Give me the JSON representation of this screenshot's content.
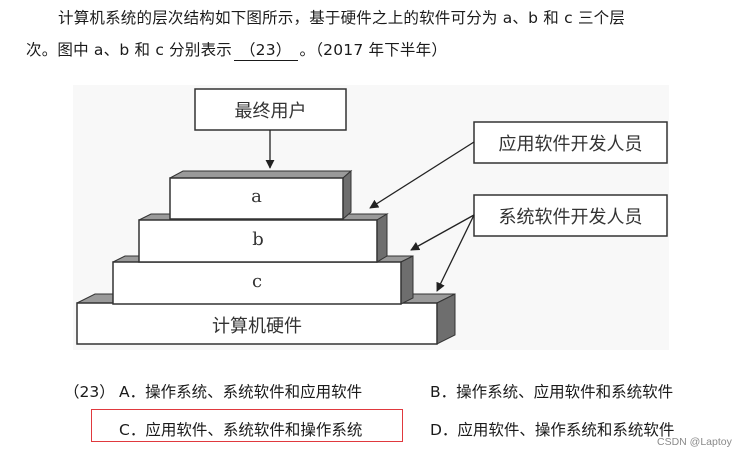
{
  "question": {
    "line1": "计算机系统的层次结构如下图所示，基于硬件之上的软件可分为 a、b 和 c 三个层",
    "line2_prefix": "次。图中 a、b 和 c 分别表示",
    "blank": "（23）",
    "line2_suffix": "。（2017 年下半年）"
  },
  "diagram": {
    "end_user": "最终用户",
    "layer_a": "a",
    "layer_b": "b",
    "layer_c": "c",
    "hardware": "计算机硬件",
    "app_developers": "应用软件开发人员",
    "sys_developers": "系统软件开发人员",
    "colors": {
      "face": "#ffffff",
      "top": "#9a9a9a",
      "side": "#6e6e6e",
      "stroke": "#333333",
      "background": "#f8f8f8"
    }
  },
  "answers": {
    "number": "（23）",
    "options": [
      {
        "letter": "A",
        "text": "A．操作系统、系统软件和应用软件"
      },
      {
        "letter": "B",
        "text": "B．操作系统、应用软件和系统软件"
      },
      {
        "letter": "C",
        "text": "C．应用软件、系统软件和操作系统",
        "highlighted": true
      },
      {
        "letter": "D",
        "text": "D．应用软件、操作系统和系统软件"
      }
    ],
    "highlight_color": "#e0393e"
  },
  "watermark": "CSDN @Laptoy"
}
